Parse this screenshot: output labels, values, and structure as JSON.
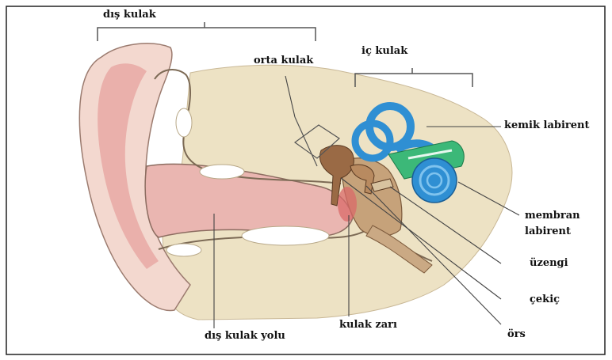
{
  "labels": {
    "outer_ear": "dış kulak",
    "middle_ear": "orta kulak",
    "inner_ear": "iç kulak",
    "bony_labyrinth": "kemik labirent",
    "membranous_labyrinth_line1": "membran",
    "membranous_labyrinth_line2": "labirent",
    "stapes": "üzengi",
    "malleus": "çekiç",
    "incus": "örs",
    "eardrum": "kulak zarı",
    "ear_canal": "dış kulak yolu"
  },
  "colors": {
    "skin": "#f3d8cf",
    "skin_inner": "#e7a9a5",
    "bone": "#e9dcb8",
    "bony_labyrinth": "#2f8fd3",
    "membranous_labyrinth": "#3cb878",
    "ossicles": "#9a6a45",
    "outline": "#6b5a4a"
  }
}
